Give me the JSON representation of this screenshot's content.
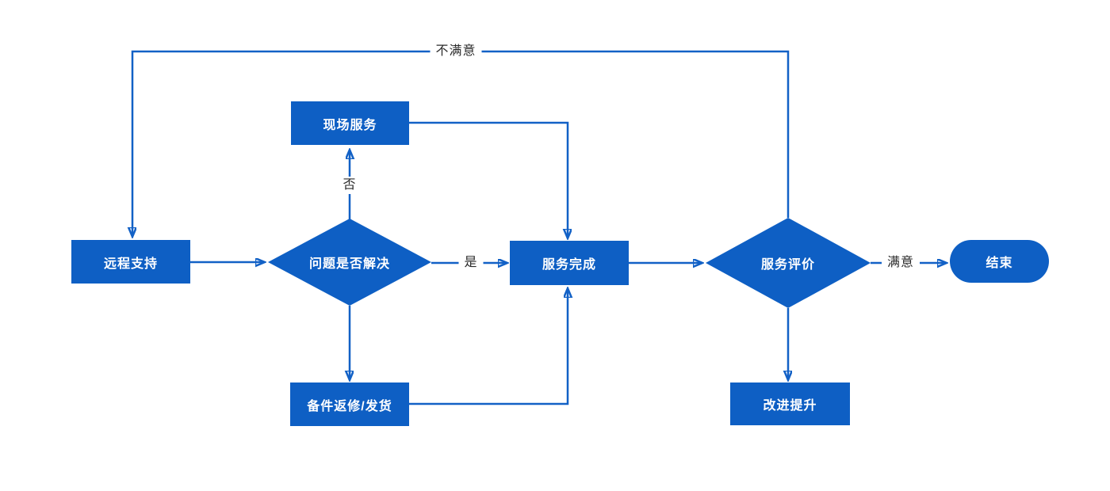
{
  "colors": {
    "shape_fill": "#0e5fc4",
    "line_color": "#1261c6",
    "shape_text": "#ffffff",
    "label_text": "#2b2b2b",
    "canvas_bg": "#ffffff"
  },
  "diagram": {
    "type": "flowchart",
    "nodes": [
      {
        "id": "remote-support",
        "shape": "rectangle",
        "label": "远程支持"
      },
      {
        "id": "onsite-service",
        "shape": "rectangle",
        "label": "现场服务"
      },
      {
        "id": "problem-solved",
        "shape": "diamond",
        "label": "问题是否解决"
      },
      {
        "id": "service-complete",
        "shape": "rectangle",
        "label": "服务完成"
      },
      {
        "id": "service-evaluation",
        "shape": "diamond",
        "label": "服务评价"
      },
      {
        "id": "end",
        "shape": "pill",
        "label": "结束"
      },
      {
        "id": "spare-parts",
        "shape": "rectangle",
        "label": "备件返修/发货"
      },
      {
        "id": "improvement",
        "shape": "rectangle",
        "label": "改进提升"
      }
    ],
    "edges": [
      {
        "from": "远程支持",
        "to": "问题是否解决",
        "label": ""
      },
      {
        "from": "问题是否解决",
        "to": "现场服务",
        "label": "否"
      },
      {
        "from": "问题是否解决",
        "to": "服务完成",
        "label": "是"
      },
      {
        "from": "问题是否解决",
        "to": "备件返修/发货",
        "label": ""
      },
      {
        "from": "现场服务",
        "to": "服务完成",
        "label": ""
      },
      {
        "from": "备件返修/发货",
        "to": "服务完成",
        "label": ""
      },
      {
        "from": "服务完成",
        "to": "服务评价",
        "label": ""
      },
      {
        "from": "服务评价",
        "to": "结束",
        "label": "满意"
      },
      {
        "from": "服务评价",
        "to": "改进提升",
        "label": ""
      },
      {
        "from": "服务评价",
        "to": "远程支持",
        "label": "不满意"
      }
    ]
  }
}
